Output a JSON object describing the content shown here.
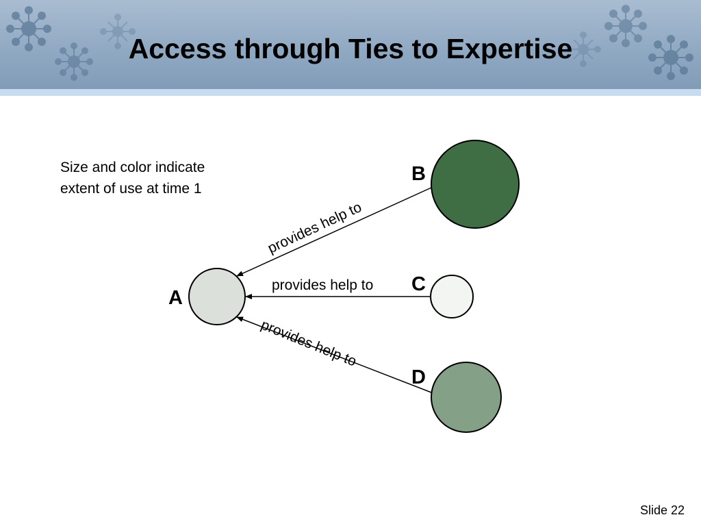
{
  "slide": {
    "title": "Access through Ties to Expertise",
    "note": "Size and color indicate extent of use at time 1",
    "slide_number": "Slide 22"
  },
  "nodes": [
    {
      "id": "A",
      "label": "A",
      "fill": "#dbe0da"
    },
    {
      "id": "B",
      "label": "B",
      "fill": "#3f6e45"
    },
    {
      "id": "C",
      "label": "C",
      "fill": "#f3f5f3"
    },
    {
      "id": "D",
      "label": "D",
      "fill": "#84a086"
    }
  ],
  "edges": [
    {
      "from": "B",
      "to": "A",
      "label": "provides help to"
    },
    {
      "from": "C",
      "to": "A",
      "label": "provides help to"
    },
    {
      "from": "D",
      "to": "A",
      "label": "provides help to"
    }
  ],
  "colors": {
    "header": "#8fa8c2",
    "header_stripe": "#c8dcf0",
    "decoration": "#5a7896"
  }
}
